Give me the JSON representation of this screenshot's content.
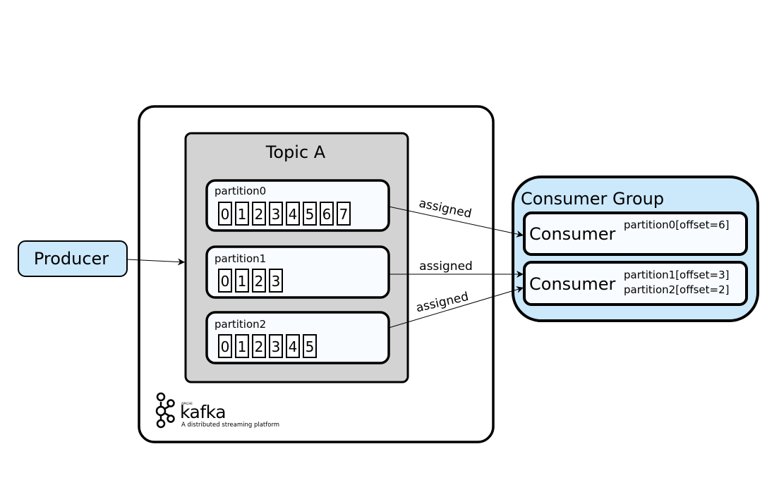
{
  "producer": {
    "label": "Producer"
  },
  "kafka_logo": {
    "apache": "APACHE",
    "name": "kafka",
    "tagline": "A distributed streaming platform"
  },
  "topic": {
    "title": "Topic A",
    "partitions": [
      {
        "name": "partition0",
        "offsets": [
          "0",
          "1",
          "2",
          "3",
          "4",
          "5",
          "6",
          "7"
        ]
      },
      {
        "name": "partition1",
        "offsets": [
          "0",
          "1",
          "2",
          "3"
        ]
      },
      {
        "name": "partition2",
        "offsets": [
          "0",
          "1",
          "2",
          "3",
          "4",
          "5"
        ]
      }
    ]
  },
  "edge_label": "assigned",
  "consumer_group": {
    "title": "Consumer Group",
    "consumers": [
      {
        "label": "Consumer",
        "assignments": [
          "partition0[offset=6]"
        ]
      },
      {
        "label": "Consumer",
        "assignments": [
          "partition1[offset=3]",
          "partition2[offset=2]"
        ]
      }
    ]
  },
  "colors": {
    "light_blue": "#cce8fb",
    "topic_gray": "#d3d3d3",
    "partition_fill": "#f8fbff",
    "stroke": "#000000"
  }
}
